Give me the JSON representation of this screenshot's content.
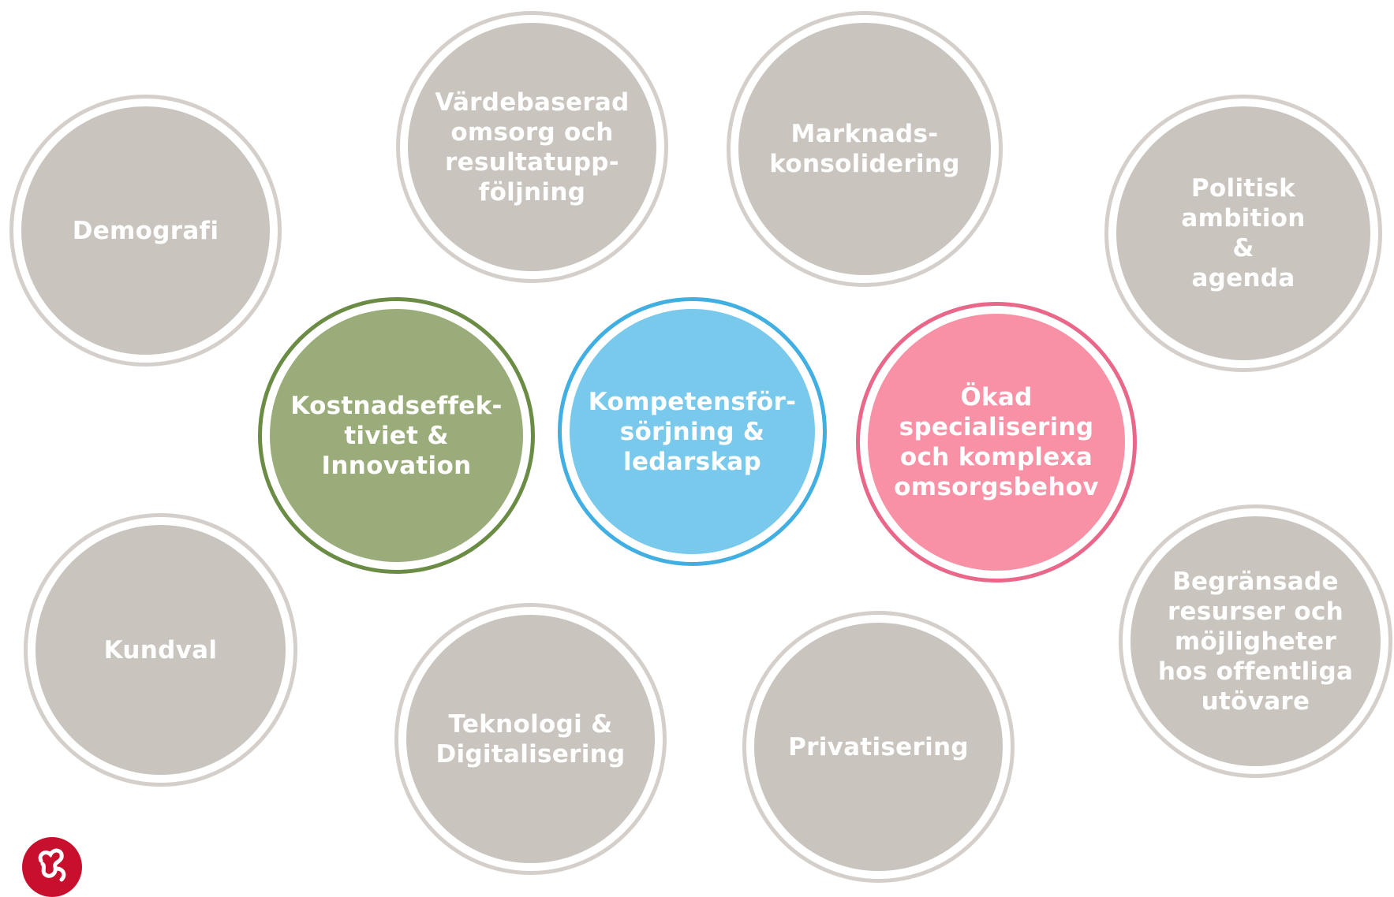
{
  "diagram": {
    "circles": [
      {
        "id": "demografi",
        "label": "Demografi",
        "style": "grey"
      },
      {
        "id": "vardebaserad",
        "label": "Värdebaserad\nomsorg och\nresultatupp-\nföljning",
        "style": "grey"
      },
      {
        "id": "marknads",
        "label": "Marknads-\nkonsolidering",
        "style": "grey"
      },
      {
        "id": "politisk",
        "label": "Politisk\nambition\n&\nagenda",
        "style": "grey"
      },
      {
        "id": "kostnad",
        "label": "Kostnadseffek-\ntiviet &\nInnovation",
        "style": "green"
      },
      {
        "id": "kompetens",
        "label": "Kompetensför-\nsörjning &\nledarskap",
        "style": "blue"
      },
      {
        "id": "okad",
        "label": "Ökad\nspecialisering\noch komplexa\nomsorgsbehov",
        "style": "pink"
      },
      {
        "id": "kundval",
        "label": "Kundval",
        "style": "grey"
      },
      {
        "id": "teknologi",
        "label": "Teknologi &\nDigitalisering",
        "style": "grey"
      },
      {
        "id": "privatisering",
        "label": "Privatisering",
        "style": "grey"
      },
      {
        "id": "begransade",
        "label": "Begränsade\nresurser och\nmöjligheter\nhos offentliga\nutövare",
        "style": "grey"
      }
    ]
  },
  "colors": {
    "grey_fill": "#c9c4be",
    "grey_ring": "#d4cfca",
    "green_fill": "#9aac79",
    "green_ring": "#6b8c45",
    "blue_fill": "#79c9ec",
    "blue_ring": "#42afe2",
    "pink_fill": "#f891a5",
    "pink_ring": "#e9688a",
    "logo": "#c8102e"
  },
  "logo": {
    "icon": "company-logo-icon"
  }
}
